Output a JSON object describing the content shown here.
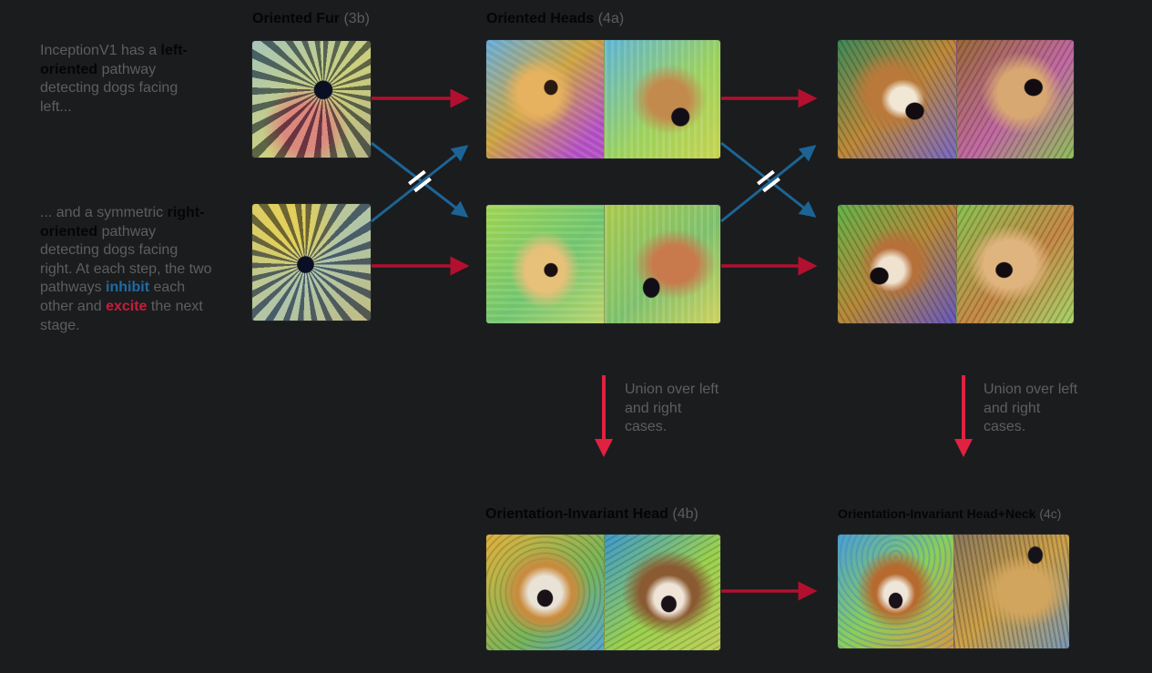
{
  "intro": {
    "left": {
      "p1": "InceptionV1 has a ",
      "b1": "left-oriented",
      "p2": " pathway detecting dogs facing left..."
    },
    "right": {
      "p1": "... and a symmetric ",
      "b1": "right-oriented",
      "p2": " pathway detecting dogs facing right. At each step, the two pathways ",
      "inhibit": "inhibit",
      "p3": " each other and ",
      "excite": "excite",
      "p4": " the next stage."
    }
  },
  "titles": {
    "fur": {
      "name": "Oriented Fur",
      "layer": "(3b)"
    },
    "heads": {
      "name": "Oriented Heads",
      "layer": "(4a)"
    },
    "invariant_head": {
      "name": "Orientation-Invariant Head",
      "layer": "(4b)"
    },
    "invariant_neck": {
      "name": "Orientation-Invariant Head+Neck",
      "layer": "(4c)"
    }
  },
  "union_note": "Union over left and right cases.",
  "colors": {
    "excite": "#b2102e",
    "inhibit": "#1c6496",
    "union": "#e0213f",
    "background": "#1b1c1e"
  },
  "images": [
    {
      "id": "fur-left",
      "kind": "single"
    },
    {
      "id": "fur-right",
      "kind": "single"
    },
    {
      "id": "heads-left",
      "kind": "pair"
    },
    {
      "id": "heads-right",
      "kind": "pair"
    },
    {
      "id": "4b-left",
      "kind": "pair"
    },
    {
      "id": "4b-right",
      "kind": "pair"
    },
    {
      "id": "4b-invariant",
      "kind": "pair"
    },
    {
      "id": "4c-invariant",
      "kind": "pair"
    }
  ]
}
